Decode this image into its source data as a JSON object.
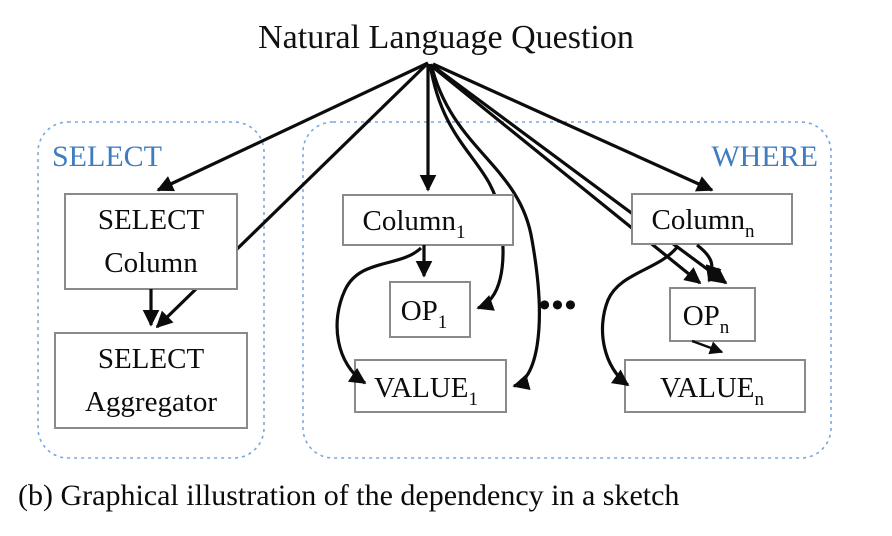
{
  "figure": {
    "title": "Natural Language Question",
    "caption": "(b) Graphical illustration of the dependency in a sketch",
    "ellipsis": "•••",
    "accent_color": "#3f7cc0",
    "box_border_color": "#8a8a8a",
    "edge_color": "#0c0c0c",
    "group_border_color": "#7aa8de"
  },
  "groups": [
    {
      "id": "select",
      "label": "SELECT",
      "nodes": [
        {
          "id": "select-column",
          "line1": "SELECT",
          "line2": "Column"
        },
        {
          "id": "select-aggregator",
          "line1": "SELECT",
          "line2": "Aggregator"
        }
      ]
    },
    {
      "id": "where",
      "label": "WHERE",
      "nodes": [
        {
          "id": "column-1",
          "base": "Column",
          "sub": "1"
        },
        {
          "id": "op-1",
          "base": "OP",
          "sub": "1"
        },
        {
          "id": "value-1",
          "base": "VALUE",
          "sub": "1"
        },
        {
          "id": "column-n",
          "base": "Column",
          "sub": "n"
        },
        {
          "id": "op-n",
          "base": "OP",
          "sub": "n"
        },
        {
          "id": "value-n",
          "base": "VALUE",
          "sub": "n"
        }
      ]
    }
  ],
  "edges": [
    {
      "from": "question",
      "to": "select-column"
    },
    {
      "from": "question",
      "to": "select-aggregator"
    },
    {
      "from": "question",
      "to": "column-1"
    },
    {
      "from": "question",
      "to": "op-1"
    },
    {
      "from": "question",
      "to": "value-1"
    },
    {
      "from": "question",
      "to": "column-n"
    },
    {
      "from": "question",
      "to": "op-n"
    },
    {
      "from": "question",
      "to": "value-n"
    },
    {
      "from": "select-column",
      "to": "select-aggregator"
    },
    {
      "from": "column-1",
      "to": "op-1"
    },
    {
      "from": "column-1",
      "to": "value-1"
    },
    {
      "from": "column-n",
      "to": "op-n"
    },
    {
      "from": "column-n",
      "to": "value-n"
    },
    {
      "from": "op-n",
      "to": "value-n"
    }
  ]
}
